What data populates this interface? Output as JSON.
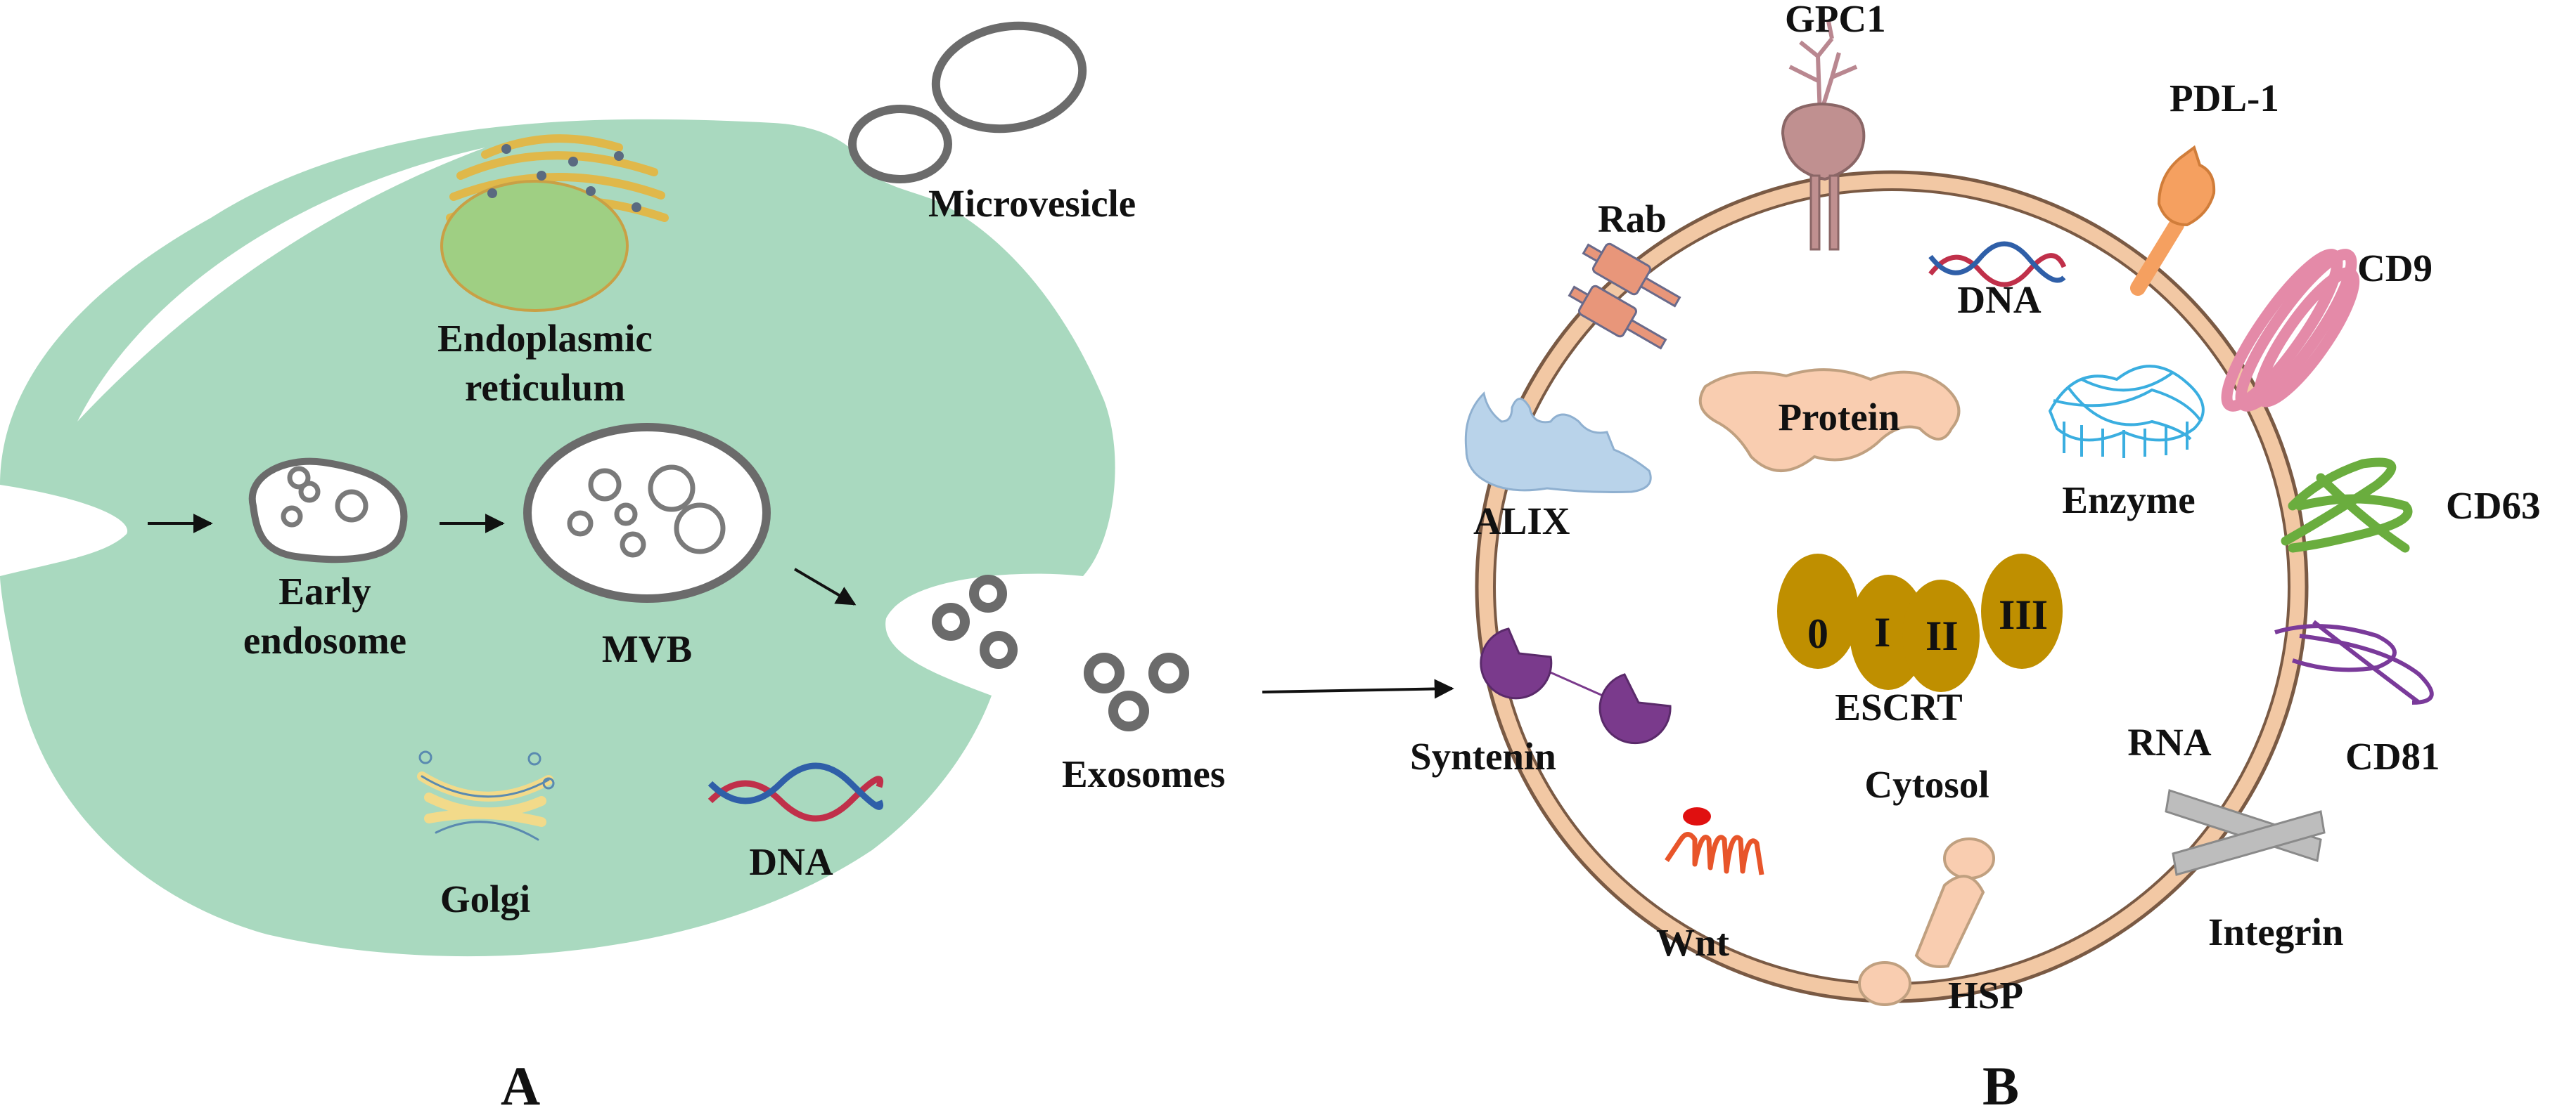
{
  "panel_a": {
    "label": "A",
    "microvesicle": "Microvesicle",
    "er_line1": "Endoplasmic",
    "er_line2": "reticulum",
    "early_line1": "Early",
    "early_line2": "endosome",
    "mvb": "MVB",
    "exosomes": "Exosomes",
    "golgi": "Golgi",
    "dna": "DNA"
  },
  "panel_b": {
    "label": "B",
    "gpc1": "GPC1",
    "pdl1": "PDL-1",
    "rab": "Rab",
    "dna": "DNA",
    "cd9": "CD9",
    "protein": "Protein",
    "enzyme": "Enzyme",
    "alix": "ALIX",
    "cd63": "CD63",
    "escrt_0": "0",
    "escrt_1": "I",
    "escrt_2": "II",
    "escrt_3": "III",
    "escrt": "ESCRT",
    "syntenin": "Syntenin",
    "cytosol": "Cytosol",
    "rna": "RNA",
    "cd81": "CD81",
    "wnt": "Wnt",
    "hsp": "HSP",
    "integrin": "Integrin"
  },
  "colors": {
    "cell": "#a9d9bf",
    "membrane": "#f2c8a4",
    "membrane_edge": "#7a5a44",
    "vesicle_edge": "#6b6b6b",
    "er_nucleus": "#9fcf83",
    "escrt": "#bf8f00",
    "syntenin": "#7a3a8c"
  }
}
